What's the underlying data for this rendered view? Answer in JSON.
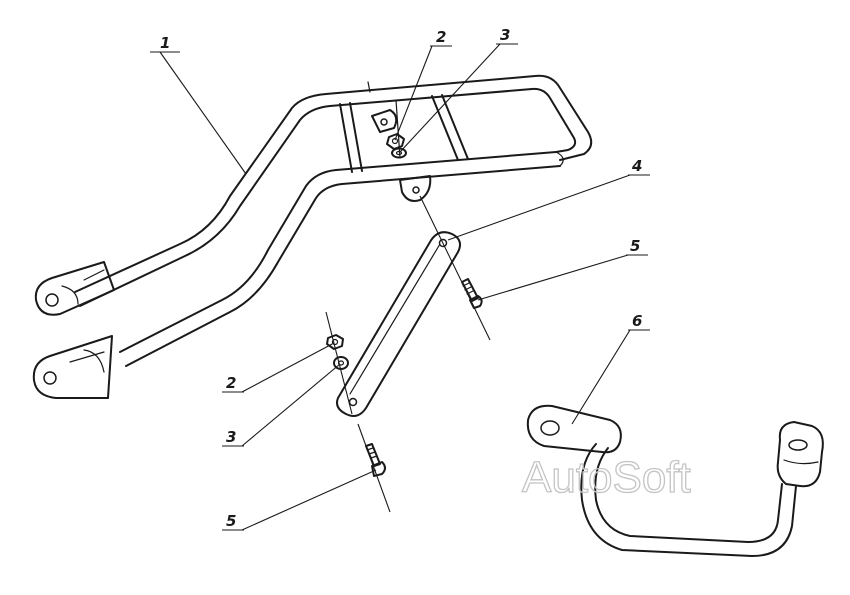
{
  "callouts": [
    {
      "id": "c1",
      "label": "1"
    },
    {
      "id": "c2a",
      "label": "2"
    },
    {
      "id": "c3a",
      "label": "3"
    },
    {
      "id": "c4",
      "label": "4"
    },
    {
      "id": "c5a",
      "label": "5"
    },
    {
      "id": "c2b",
      "label": "2"
    },
    {
      "id": "c3b",
      "label": "3"
    },
    {
      "id": "c5b",
      "label": "5"
    },
    {
      "id": "c6",
      "label": "6"
    }
  ],
  "watermark": "AutoSoft",
  "colors": {
    "ink": "#1a1a1a",
    "watermark": "#c4c4c4",
    "background": "#ffffff"
  }
}
